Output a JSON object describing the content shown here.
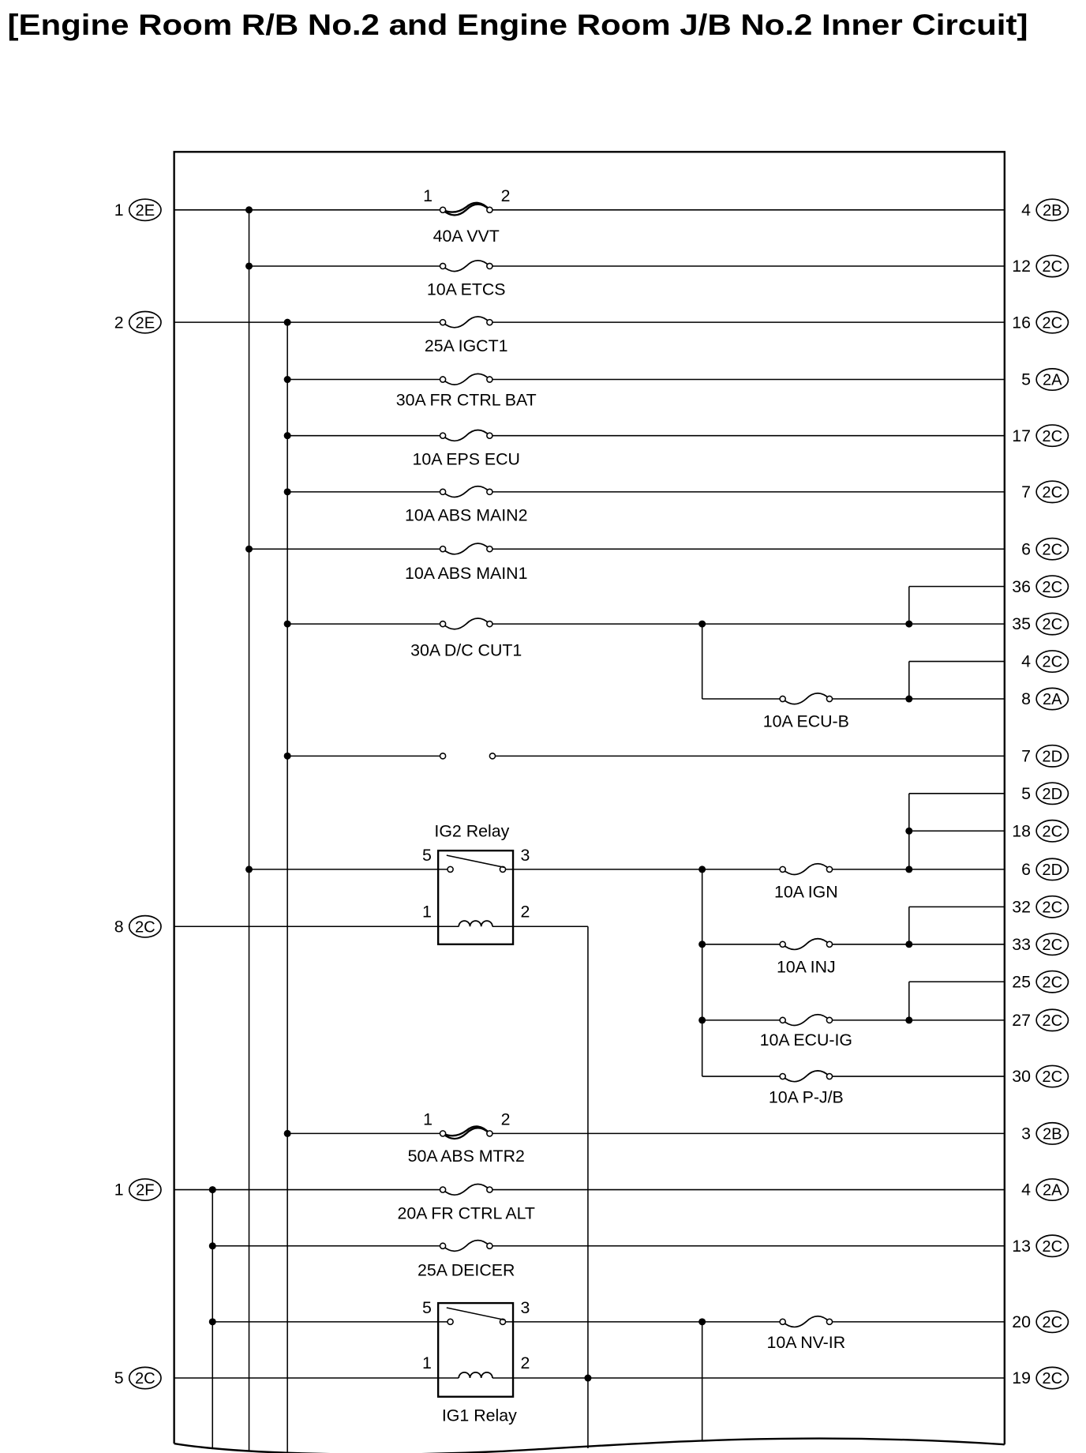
{
  "title": "[Engine Room R/B No.2 and Engine Room J/B No.2 Inner Circuit]",
  "left_connectors": [
    {
      "pin": "1",
      "connector": "2E"
    },
    {
      "pin": "2",
      "connector": "2E"
    },
    {
      "pin": "8",
      "connector": "2C"
    },
    {
      "pin": "1",
      "connector": "2F"
    },
    {
      "pin": "5",
      "connector": "2C"
    }
  ],
  "right_connectors": [
    {
      "pin": "4",
      "connector": "2B"
    },
    {
      "pin": "12",
      "connector": "2C"
    },
    {
      "pin": "16",
      "connector": "2C"
    },
    {
      "pin": "5",
      "connector": "2A"
    },
    {
      "pin": "17",
      "connector": "2C"
    },
    {
      "pin": "7",
      "connector": "2C"
    },
    {
      "pin": "6",
      "connector": "2C"
    },
    {
      "pin": "36",
      "connector": "2C"
    },
    {
      "pin": "35",
      "connector": "2C"
    },
    {
      "pin": "4",
      "connector": "2C"
    },
    {
      "pin": "8",
      "connector": "2A"
    },
    {
      "pin": "7",
      "connector": "2D"
    },
    {
      "pin": "5",
      "connector": "2D"
    },
    {
      "pin": "18",
      "connector": "2C"
    },
    {
      "pin": "6",
      "connector": "2D"
    },
    {
      "pin": "32",
      "connector": "2C"
    },
    {
      "pin": "33",
      "connector": "2C"
    },
    {
      "pin": "25",
      "connector": "2C"
    },
    {
      "pin": "27",
      "connector": "2C"
    },
    {
      "pin": "30",
      "connector": "2C"
    },
    {
      "pin": "3",
      "connector": "2B"
    },
    {
      "pin": "4",
      "connector": "2A"
    },
    {
      "pin": "13",
      "connector": "2C"
    },
    {
      "pin": "20",
      "connector": "2C"
    },
    {
      "pin": "19",
      "connector": "2C"
    }
  ],
  "fuses": [
    {
      "label": "40A VVT",
      "pin_in": "1",
      "pin_out": "2"
    },
    {
      "label": "10A ETCS"
    },
    {
      "label": "25A IGCT1"
    },
    {
      "label": "30A FR CTRL BAT"
    },
    {
      "label": "10A EPS ECU"
    },
    {
      "label": "10A ABS MAIN2"
    },
    {
      "label": "10A ABS MAIN1"
    },
    {
      "label": "30A D/C CUT1"
    },
    {
      "label": "10A ECU-B"
    },
    {
      "label": "10A IGN"
    },
    {
      "label": "10A INJ"
    },
    {
      "label": "10A ECU-IG"
    },
    {
      "label": "10A P-J/B"
    },
    {
      "label": "50A ABS MTR2",
      "pin_in": "1",
      "pin_out": "2"
    },
    {
      "label": "20A FR CTRL ALT"
    },
    {
      "label": "25A DEICER"
    },
    {
      "label": "10A NV-IR"
    }
  ],
  "relays": [
    {
      "name": "IG2 Relay",
      "pins": {
        "switch_in": "5",
        "switch_out": "3",
        "coil_in": "1",
        "coil_out": "2"
      }
    },
    {
      "name": "IG1 Relay",
      "pins": {
        "switch_in": "5",
        "switch_out": "3",
        "coil_in": "1",
        "coil_out": "2"
      }
    }
  ]
}
